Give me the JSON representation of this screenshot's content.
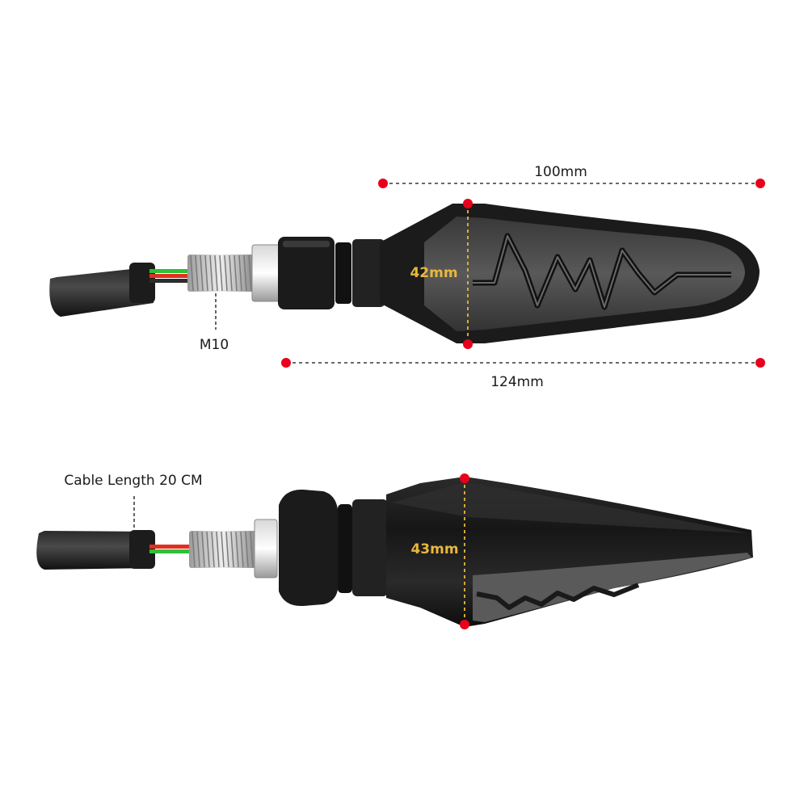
{
  "colors": {
    "marker": "#e8001c",
    "dim_line": "#555555",
    "height_line": "#e8b73c",
    "height_label": "#e8b73c",
    "body_dark": "#1b1b1b",
    "lens_smoke": "#4a4a4a",
    "thread": "#c9c9c9",
    "wire_green": "#2fbf3a",
    "wire_red": "#e03020"
  },
  "top_view": {
    "length_lens": "100mm",
    "length_total": "124mm",
    "height": "42mm",
    "thread_label": "M10"
  },
  "side_view": {
    "cable_label": "Cable Length 20 CM",
    "height": "43mm"
  }
}
